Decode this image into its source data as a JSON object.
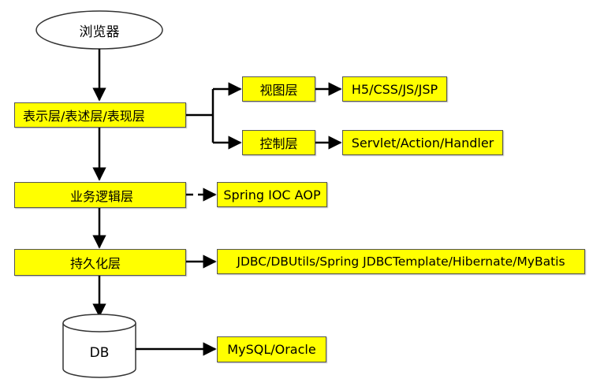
{
  "nodes": {
    "browser": "浏览器",
    "presentation": "表示层/表述层/表现层",
    "view": "视图层",
    "view_tech": "H5/CSS/JS/JSP",
    "control": "控制层",
    "control_tech": "Servlet/Action/Handler",
    "business": "业务逻辑层",
    "business_tech": "Spring IOC AOP",
    "persistence": "持久化层",
    "persistence_tech": "JDBC/DBUtils/Spring JDBCTemplate/Hibernate/MyBatis",
    "db": "DB",
    "db_tech": "MySQL/Oracle"
  },
  "colors": {
    "box_fill": "#ffff00",
    "line": "#000000"
  }
}
